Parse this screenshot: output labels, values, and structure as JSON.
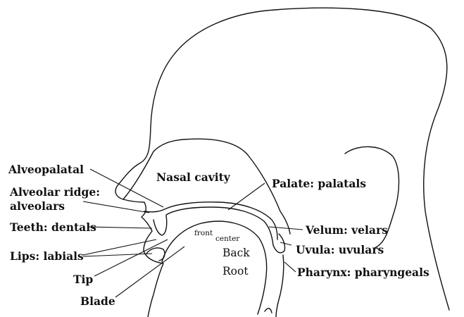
{
  "labels": {
    "alveopalatal": "Alveopalatal",
    "alveolar_ridge": "Alveolar ridge:",
    "alveolars": "alveolars",
    "teeth": "Teeth: dentals",
    "lips": "Lips: labials",
    "tip": "Tip",
    "blade": "Blade",
    "nasal_cavity": "Nasal cavity",
    "palate": "Palate: palatals",
    "velum": "Velum: velars",
    "uvula": "Uvula: uvulars",
    "pharynx": "Pharynx: pharyngeals",
    "front": "front",
    "center": "center",
    "back": "Back",
    "root": "Root"
  },
  "colors": {
    "ink": "#111111",
    "background": "#ffffff"
  }
}
